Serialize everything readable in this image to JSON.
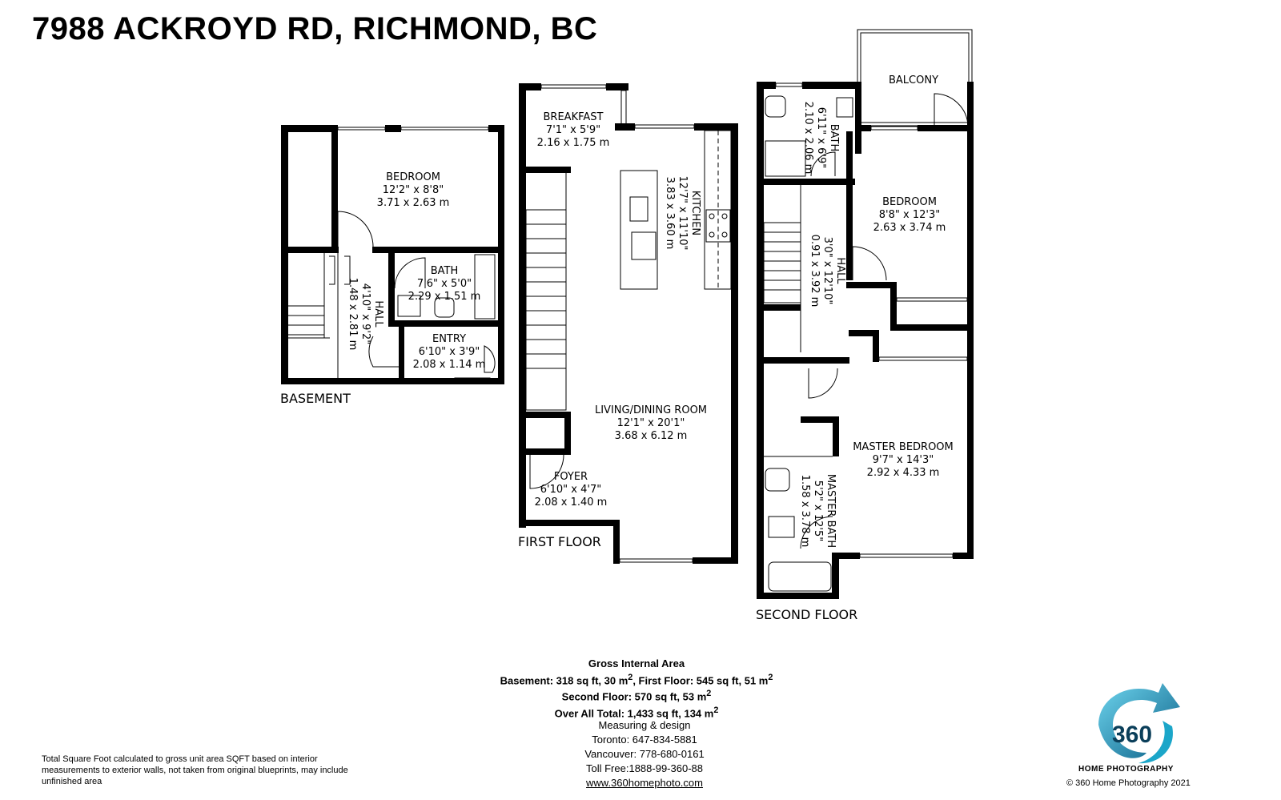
{
  "title": "7988 ACKROYD RD, RICHMOND, BC",
  "floors": {
    "basement": {
      "label": "BASEMENT",
      "rooms": [
        {
          "name": "BEDROOM",
          "imperial": "12'2\" x 8'8\"",
          "metric": "3.71 x 2.63 m"
        },
        {
          "name": "BATH",
          "imperial": "7'6\" x 5'0\"",
          "metric": "2.29 x 1.51 m"
        },
        {
          "name": "ENTRY",
          "imperial": "6'10\" x 3'9\"",
          "metric": "2.08 x 1.14 m"
        },
        {
          "name": "HALL",
          "imperial": "4'10\" x 9'2\"",
          "metric": "1.48 x 2.81 m"
        }
      ]
    },
    "first": {
      "label": "FIRST FLOOR",
      "rooms": [
        {
          "name": "BREAKFAST",
          "imperial": "7'1\" x 5'9\"",
          "metric": "2.16 x 1.75 m"
        },
        {
          "name": "KITCHEN",
          "imperial": "12'7\" x 11'10\"",
          "metric": "3.83 x 3.60 m"
        },
        {
          "name": "LIVING/DINING ROOM",
          "imperial": "12'1\" x 20'1\"",
          "metric": "3.68 x 6.12 m"
        },
        {
          "name": "FOYER",
          "imperial": "6'10\" x 4'7\"",
          "metric": "2.08 x 1.40 m"
        }
      ]
    },
    "second": {
      "label": "SECOND FLOOR",
      "rooms": [
        {
          "name": "BALCONY"
        },
        {
          "name": "BATH",
          "imperial": "6'11\" x 6'9\"",
          "metric": "2.10 x 2.06 m"
        },
        {
          "name": "BEDROOM",
          "imperial": "8'8\" x 12'3\"",
          "metric": "2.63 x 3.74 m"
        },
        {
          "name": "HALL",
          "imperial": "3'0\" x 12'10\"",
          "metric": "0.91 x 3.92 m"
        },
        {
          "name": "MASTER BEDROOM",
          "imperial": "9'7\" x 14'3\"",
          "metric": "2.92 x 4.33 m"
        },
        {
          "name": "MASTER BATH",
          "imperial": "5'2\" x 12'5\"",
          "metric": "1.58 x 3.78 m"
        }
      ]
    }
  },
  "gross_area": {
    "heading": "Gross Internal Area",
    "basement_prefix": "Basement: 318 sq ft, 30 m",
    "first_prefix": ", First Floor: 545 sq ft, 51 m",
    "second_prefix": "Second Floor: 570 sq ft, 53 m",
    "total_prefix": "Over All Total: 1,433 sq ft, 134 m",
    "sq": "2"
  },
  "contact": {
    "line1": "Measuring & design",
    "line2": "Toronto: 647-834-5881",
    "line3": "Vancouver: 778-680-0161",
    "line4": "Toll Free:1888-99-360-88",
    "website": "www.360homephoto.com"
  },
  "disclaimer": "Total Square Foot calculated to gross unit area SQFT based on interior measurements to exterior walls, not taken from original blueprints, may include unfinished area",
  "copyright": "©   360 Home Photography 2021",
  "logo": {
    "number": "360",
    "text": "Home Photography",
    "colors": {
      "primary": "#1ba6c9",
      "dark": "#0b5f86"
    }
  }
}
